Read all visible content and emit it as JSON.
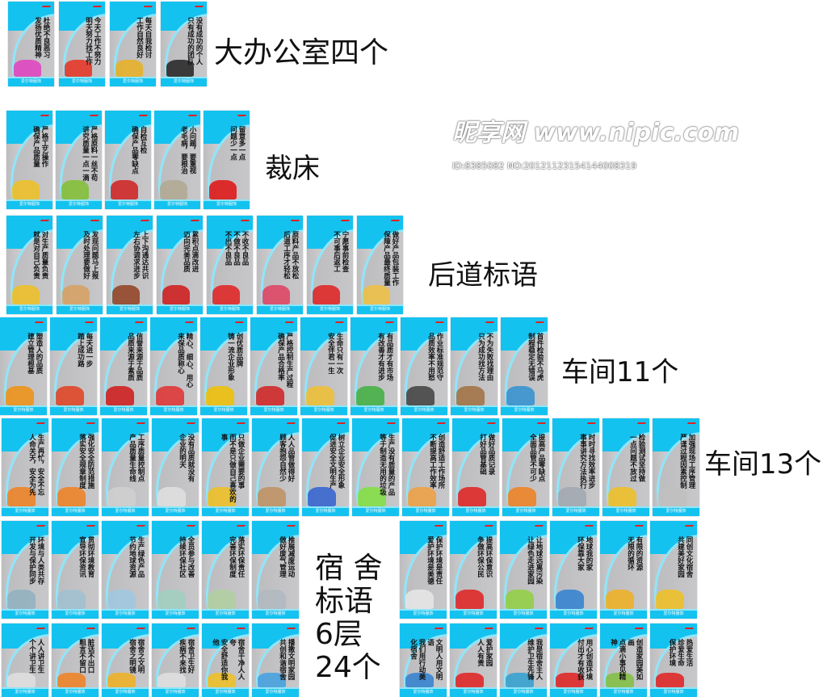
{
  "brand_strip": "爱尔特服饰",
  "colors": {
    "accent_blue": "#14c2f0",
    "highlight_red": "#e02020",
    "card_grey": "#c9c9cc"
  },
  "groups": [
    {
      "label": "大办公室四个",
      "cards": [
        {
          "lines": [
            "杜绝不良恶习",
            "发扬优质精神"
          ],
          "art": "#e040c0"
        },
        {
          "lines": [
            "今天工作不努力",
            "明天努力找工作"
          ],
          "art": "#e83020"
        },
        {
          "lines": [
            "每天自我检讨",
            "工作自然良好"
          ],
          "art": "#e8b020"
        },
        {
          "lines": [
            "没有成功的个人",
            "只有成功的团队"
          ],
          "art": "#222222"
        }
      ]
    },
    {
      "label": "裁床",
      "cards": [
        {
          "lines": [
            "严格工艺操作",
            "确保产品质量"
          ],
          "art": "#f0c020"
        },
        {
          "lines": [
            "严格原料一丝不苟",
            "讲究质量一点一滴"
          ],
          "art": "#80c030"
        },
        {
          "lines": [
            "自检互检",
            "确保产品零缺点"
          ],
          "art": "#d02020"
        },
        {
          "lines": [
            "小问题，要重视",
            "老毛病，要根治"
          ],
          "art": "#b0a890"
        },
        {
          "lines": [
            "留意多一点",
            "问题少一点"
          ],
          "art": "#e01010"
        }
      ]
    },
    {
      "label": "后道标语",
      "cards": [
        {
          "lines": [
            "对生产质量负责",
            "就是对自己负责"
          ],
          "art": "#f0c020"
        },
        {
          "lines": [
            "发现问题马上报",
            "及时处理要做好"
          ],
          "art": "#d8a060"
        },
        {
          "lines": [
            "上下沟通达共识",
            "左右协调求进步"
          ],
          "art": "#904020"
        },
        {
          "lines": [
            "累积点滴改进",
            "迈向完美品质"
          ],
          "art": "#d01818"
        },
        {
          "lines": [
            "不收不良品",
            "不做不良品",
            "不出不良品"
          ],
          "art": "#e02020"
        },
        {
          "lines": [
            "原料产品不放松",
            "后道工序才轻松"
          ],
          "art": "#e04060"
        },
        {
          "lines": [
            "宁愿事前检查",
            "不可事后返工"
          ],
          "art": "#e02020"
        },
        {
          "lines": [
            "做好产品包装工作",
            "保障产品最终质量"
          ],
          "art": "#f0c040"
        }
      ]
    },
    {
      "label": "车间11个",
      "cards": [
        {
          "lines": [
            "塑造人的品质",
            "建立管理根基"
          ],
          "art": "#f09010"
        },
        {
          "lines": [
            "每天进一步",
            "踏上成功路"
          ],
          "art": "#e04020"
        },
        {
          "lines": [
            "信誉来源于品质",
            "品质来源于素质"
          ],
          "art": "#d01818"
        },
        {
          "lines": [
            "精心、细心、用心",
            "来保品质称心"
          ],
          "art": "#e03030"
        },
        {
          "lines": [
            "创优质品牌",
            "铸一流企业形象"
          ],
          "art": "#f0c000"
        },
        {
          "lines": [
            "严格控制生产过程",
            "确保产品合格率"
          ],
          "art": "#d02020"
        },
        {
          "lines": [
            "生命只有一次",
            "安全伴君一生"
          ],
          "art": "#f0c030"
        },
        {
          "lines": [
            "有品质才有市场",
            "有改善才有进步"
          ],
          "art": "#40b040"
        },
        {
          "lines": [
            "作业标准规范守",
            "品质效率不用愁"
          ],
          "art": "#404040"
        },
        {
          "lines": [
            "不为失败找理由",
            "只为成功找方法"
          ],
          "art": "#a07040"
        },
        {
          "lines": [
            "首件检验不马虎",
            "制程稳定无错误"
          ],
          "art": "#3090d0"
        }
      ]
    },
    {
      "label": "车间13个",
      "cards": [
        {
          "lines": [
            "生产再忙，安全不忘",
            "人命关天，安全为先"
          ],
          "art": "#f08020"
        },
        {
          "lines": [
            "强化安全防范措施",
            "落实安全规章制度"
          ],
          "art": "#f08020"
        },
        {
          "lines": [
            "工序质量控制点",
            "产品质量生命线"
          ],
          "art": "#d0d0d0"
        },
        {
          "lines": [
            "没有品质就没有",
            "企业的明天"
          ],
          "art": "#e0e0e0"
        },
        {
          "lines": [
            "只做企业需要的事",
            "而不是只做自己喜欢的事"
          ],
          "art": "#f0c020"
        },
        {
          "lines": [
            "人人品管做得好",
            "顾客抱怨自然少"
          ],
          "art": "#c09060"
        },
        {
          "lines": [
            "树立企业安全形象",
            "促进安全文明生产"
          ],
          "art": "#3060d0"
        },
        {
          "lines": [
            "生产没有质量的产品",
            "等于制造无用的垃圾"
          ],
          "art": "#80e040"
        },
        {
          "lines": [
            "创造舒适工作场所",
            "不断提高工作效率"
          ],
          "art": "#f0a040"
        },
        {
          "lines": [
            "做好品质记录",
            "打好品管基础"
          ],
          "art": "#e02020"
        },
        {
          "lines": [
            "提高产品零缺点",
            "全面品管不可少"
          ],
          "art": "#f08020"
        },
        {
          "lines": [
            "时时寻找效率进步",
            "事事讲究方法执行"
          ],
          "art": "#a0a8b0"
        },
        {
          "lines": [
            "检验测试坚持做",
            "一点问题不放过"
          ],
          "art": "#f0c020"
        },
        {
          "lines": [
            "加强现场工序管理",
            "严谨过程因素控制"
          ],
          "art": "#c0c0c0"
        }
      ]
    },
    {
      "label_lines": [
        "宿 舍",
        "标语",
        "6层",
        "24个"
      ],
      "cards_left": [
        {
          "lines": [
            "环境与人类共存",
            "开发与保护同步"
          ],
          "art": "#90b0c0"
        },
        {
          "lines": [
            "贯彻环境教育",
            "宣导环保资讯"
          ],
          "art": "#a0c0d0"
        },
        {
          "lines": [
            "生产绿色产品",
            "节约地球资源"
          ],
          "art": "#a0c8e0"
        },
        {
          "lines": [
            "全员参与改善",
            "持续环保社区"
          ],
          "art": "#a0d0c0"
        },
        {
          "lines": [
            "落实环保责任",
            "完善环保制度"
          ],
          "art": "#b0d0a0"
        },
        {
          "lines": [
            "推展减废运动",
            "做好废气管理"
          ],
          "art": "#b0b8c0"
        },
        {
          "lines": [
            "人人讲卫生",
            "个个讲卫生"
          ],
          "art": "#e0e0e0"
        },
        {
          "lines": [
            "脏话不出口",
            "粗言不留口"
          ],
          "art": "#f08020"
        },
        {
          "lines": [
            "宿舍之文明",
            "宿舍之明镜"
          ],
          "art": "#f0b020"
        },
        {
          "lines": [
            "宿舍卫生好",
            "疾病不来找"
          ],
          "art": "#e0e0e0"
        },
        {
          "lines": [
            "宿舍干净人人夸",
            "安全舒适你我他"
          ],
          "art": "#f0c020"
        },
        {
          "lines": [
            "播撒文明家园",
            "共创和谐宿舍"
          ],
          "art": "#40a0e0"
        }
      ],
      "cards_right": [
        {
          "lines": [
            "保护环境是责任",
            "爱护环境是美德"
          ],
          "art": "#e8e8e8"
        },
        {
          "lines": [
            "提高环保意识",
            "争做环保公民"
          ],
          "art": "#e02020"
        },
        {
          "lines": [
            "让地球远离污染",
            "让绿色走进家园"
          ],
          "art": "#90d040"
        },
        {
          "lines": [
            "地球我的家",
            "环保靠大家"
          ],
          "art": "#3080d0"
        },
        {
          "lines": [
            "有限的资源",
            "无限的循环"
          ],
          "art": "#f0b020"
        },
        {
          "lines": [
            "同创文化宿舍",
            "共建美好家园"
          ],
          "art": "#f0c020"
        },
        {
          "lines": [
            "文明人用文明语",
            "我们用行动美化宿舍"
          ],
          "art": "#3080d0"
        },
        {
          "lines": [
            "爱护家园",
            "人人有责"
          ],
          "art": "#e02020"
        },
        {
          "lines": [
            "我是宿舍主人",
            "维护卫生先锋"
          ],
          "art": "#30a0d0"
        },
        {
          "lines": [
            "用心创造环境",
            "付出才有收获"
          ],
          "art": "#e02020"
        },
        {
          "lines": [
            "创造家园美如画",
            "点滴小事见精神"
          ],
          "art": "#80c040"
        },
        {
          "lines": [
            "热爱生活",
            "珍爱生命",
            "保护环境"
          ],
          "art": "#e02020"
        }
      ]
    }
  ],
  "watermark": {
    "site": "昵享网 www.nipic.com",
    "id": "ID:8385082 NO:20121123154144008319"
  }
}
